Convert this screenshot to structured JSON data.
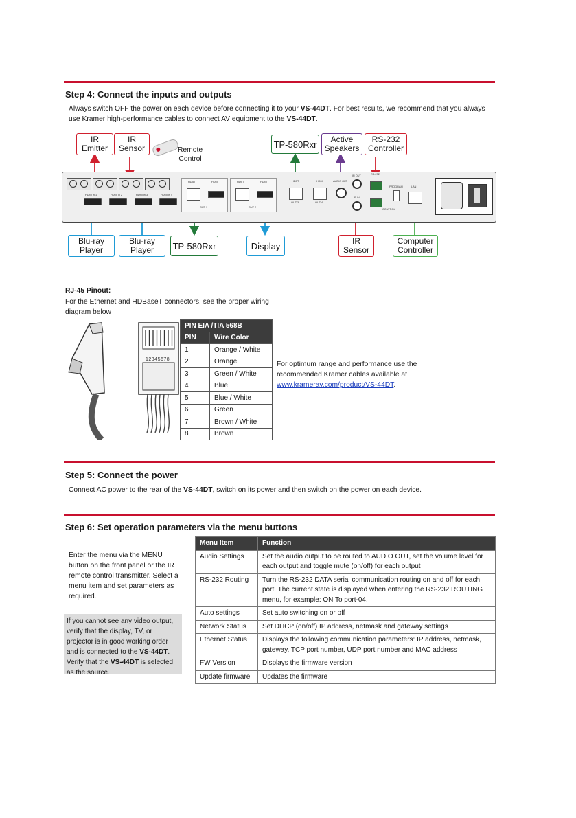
{
  "step4": {
    "title": "Step 4: Connect the inputs and outputs",
    "intro": {
      "part1": "Always switch OFF the power on each device before connecting it to your ",
      "model1": "VS-44DT",
      "part2": ". For best results, we recommend that you always use Kramer high-performance cables to connect AV equipment to the ",
      "model2": "VS-44DT",
      "part3": "."
    },
    "callouts": {
      "ir_emitter": "IR\nEmitter",
      "ir_sensor_top": "IR\nSensor",
      "remote_control": "Remote\nControl",
      "tp580_top": "TP-580Rxr",
      "active_speakers": "Active\nSpeakers",
      "rs232_controller": "RS-232\nController",
      "bluray1": "Blu-ray\nPlayer",
      "bluray2": "Blu-ray\nPlayer",
      "tp580_bottom": "TP-580Rxr",
      "display": "Display",
      "ir_sensor_bottom": "IR\nSensor",
      "computer_controller": "Computer\nController"
    },
    "panel_labels": {
      "hdmi_in1": "HDMI In 1",
      "hdmi_in2": "HDMI In 2",
      "hdmi_in3": "HDMI In 3",
      "hdmi_in4": "HDMI In 4",
      "out1": "OUT 1",
      "out2": "OUT 2",
      "out3": "OUT 3",
      "out4": "OUT 4",
      "hdbt": "HDBT",
      "hdmi": "HDMI",
      "audio_out": "AUDIO OUT",
      "ir_out": "IR OUT",
      "ir_in": "IR IN",
      "rs232": "RS-232",
      "program": "PROGRAM",
      "lan": "LAN",
      "control": "CONTROL"
    }
  },
  "rj45": {
    "title": "RJ-45 Pinout:",
    "desc": "For the Ethernet and HDBaseT connectors, see the proper wiring diagram below",
    "connector_numbers": "12345678",
    "table_title": "PIN EIA /TIA 568B",
    "col_pin": "PIN",
    "col_color": "Wire Color",
    "rows": [
      {
        "pin": "1",
        "color": "Orange / White"
      },
      {
        "pin": "2",
        "color": "Orange"
      },
      {
        "pin": "3",
        "color": "Green / White"
      },
      {
        "pin": "4",
        "color": "Blue"
      },
      {
        "pin": "5",
        "color": "Blue / White"
      },
      {
        "pin": "6",
        "color": "Green"
      },
      {
        "pin": "7",
        "color": "Brown / White"
      },
      {
        "pin": "8",
        "color": "Brown"
      }
    ],
    "recommend": "For optimum range and performance use the recommended Kramer cables available at",
    "link": "www.kramerav.com/product/VS-44DT",
    "link_end": "."
  },
  "step5": {
    "title": "Step 5: Connect the power",
    "part1": "Connect AC power to the rear of the ",
    "model": "VS-44DT",
    "part2": ", switch on its power and then switch on the power on each device."
  },
  "step6": {
    "title": "Step 6: Set operation parameters via the menu buttons",
    "intro": "Enter the menu via the MENU button on the front panel or the IR remote control transmitter. Select a menu item and set parameters as required.",
    "note_part1": "If you cannot see any video output, verify that the display, TV, or projector is in good working order and is connected to the ",
    "note_model1": "VS-44DT",
    "note_part2": ". Verify that the ",
    "note_model2": "VS-44DT",
    "note_part3": " is selected as the source.",
    "col_item": "Menu Item",
    "col_function": "Function",
    "rows": [
      {
        "item": "Audio Settings",
        "function": "Set the audio output to be routed to AUDIO OUT, set the volume level for each output and toggle mute (on/off) for each output"
      },
      {
        "item": "RS-232 Routing",
        "function": "Turn the RS-232 DATA serial communication routing on and off for each port. The current state is displayed when entering the RS-232 ROUTING menu, for example: ON To port-04."
      },
      {
        "item": "Auto settings",
        "function": "Set auto switching on or off"
      },
      {
        "item": "Network Status",
        "function": "Set DHCP (on/off) IP address, netmask and gateway settings"
      },
      {
        "item": "Ethernet Status",
        "function": "Displays the following communication parameters: IP address, netmask, gateway, TCP port number, UDP port number and MAC address"
      },
      {
        "item": "FW Version",
        "function": "Displays the firmware version"
      },
      {
        "item": "Update firmware",
        "function": "Updates the firmware"
      }
    ]
  },
  "colors": {
    "rule": "#c8102e",
    "red": "#d0202e",
    "green": "#237a3a",
    "purple": "#6a3b8f",
    "blue": "#1f9bd6",
    "light_green": "#4caf50"
  }
}
